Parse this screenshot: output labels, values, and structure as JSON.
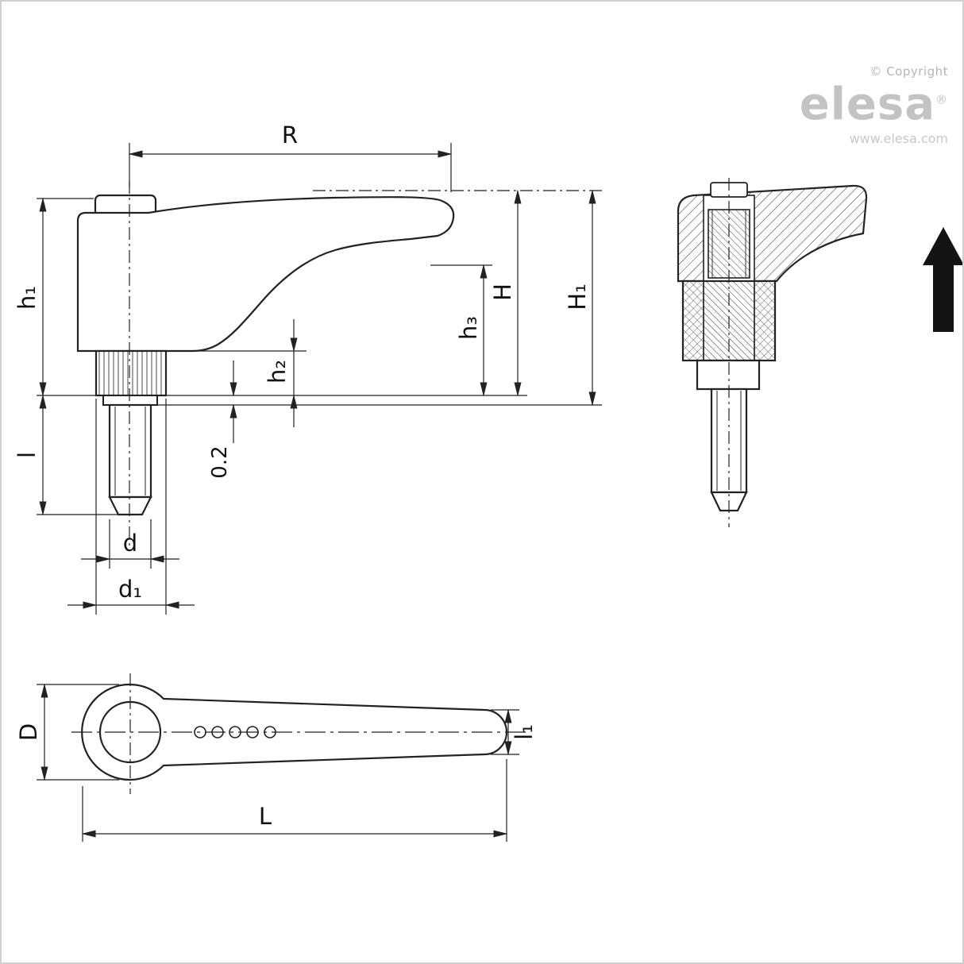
{
  "branding": {
    "copyright": "© Copyright",
    "logo_text": "elesa",
    "registered_mark": "®",
    "website": "www.elesa.com"
  },
  "views": {
    "side": {
      "dims": {
        "R": "R",
        "h1": "h₁",
        "l": "l",
        "H": "H",
        "H1": "H₁",
        "h3": "h₃",
        "h2": "h₂",
        "tol": "0.2",
        "d": "d",
        "d1": "d₁"
      }
    },
    "top": {
      "dims": {
        "D": "D",
        "l1": "l₁",
        "L": "L"
      }
    }
  },
  "icons": {
    "up_arrow": "direction-up-arrow"
  },
  "colors": {
    "line": "#222222",
    "logo_gray": "#c3c3c3",
    "arrow_black": "#141414"
  }
}
